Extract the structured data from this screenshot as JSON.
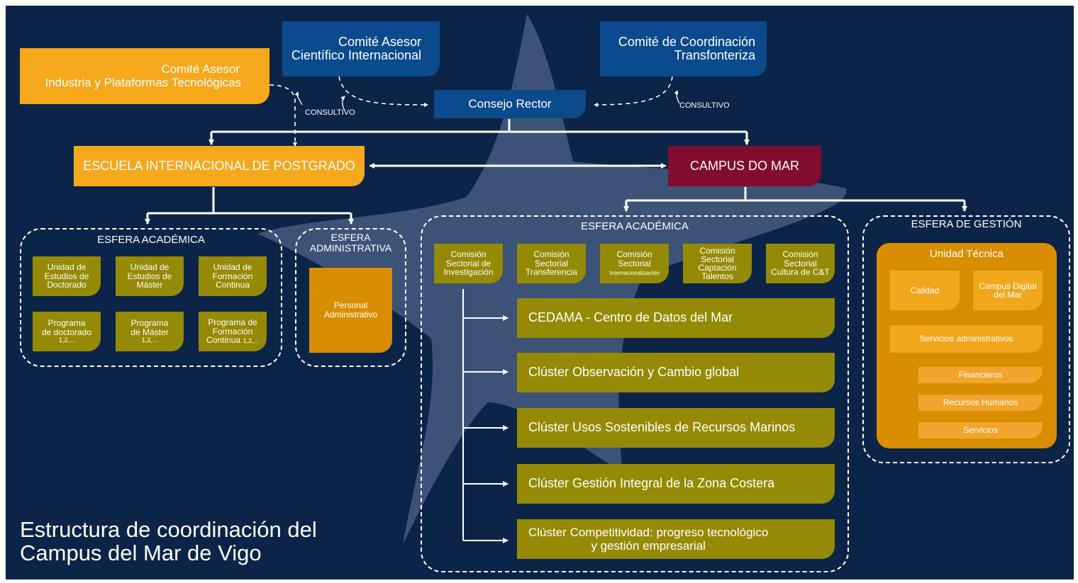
{
  "title_line1": "Estructura de coordinación del",
  "title_line2": "Campus del Mar de Vigo",
  "consultivo_left": "CONSULTIVO",
  "consultivo_right": "CONSULTIVO",
  "top": {
    "industria_l1": "Comité Asesor",
    "industria_l2": "Industria y Plataformas Tecnológicas",
    "cientifico_l1": "Comité Asesor",
    "cientifico_l2": "Científico Internacional",
    "consejo": "Consejo Rector",
    "transfront_l1": "Comité de Coordinación",
    "transfront_l2": "Transfonteriza"
  },
  "escuela": "ESCUELA INTERNACIONAL DE POSTGRADO",
  "campus": "CAMPUS DO MAR",
  "esfera_left": {
    "title": "ESFERA ACADÉMICA",
    "items": [
      {
        "l1": "Unidad de",
        "l2": "Estudios de",
        "l3": "Doctorado",
        "sub": ""
      },
      {
        "l1": "Unidad de",
        "l2": "Estudios de",
        "l3": "Máster",
        "sub": ""
      },
      {
        "l1": "Unidad de",
        "l2": "Formación",
        "l3": "Continua",
        "sub": ""
      },
      {
        "l1": "Programa",
        "l2": "de doctorado",
        "l3": "",
        "sub": "1,2,..."
      },
      {
        "l1": "Programa",
        "l2": "de Máster",
        "l3": "",
        "sub": "1,2,..."
      },
      {
        "l1": "Programa de",
        "l2": "Formación",
        "l3": "Continua",
        "sub": "1,2,..."
      }
    ]
  },
  "esfera_admin": {
    "title_l1": "ESFERA",
    "title_l2": "ADMINISTRATIVA",
    "box_l1": "Personal",
    "box_l2": "Administrativo"
  },
  "esfera_centro": {
    "title": "ESFERA ACADÉMICA",
    "comisiones": [
      {
        "l1": "Comisión",
        "l2": "Sectorial de",
        "l3": "Investigación"
      },
      {
        "l1": "Comisión",
        "l2": "Sectorial",
        "l3": "Transferencia"
      },
      {
        "l1": "Comisión",
        "l2": "Sectorial",
        "l3": "Internacionalización"
      },
      {
        "l1": "Comisión",
        "l2": "Sectorial",
        "l3": "Captación",
        "l4": "Talentos"
      },
      {
        "l1": "Comisión",
        "l2": "Sectorial",
        "l3": "Cultura de C&T"
      }
    ],
    "clusters": [
      {
        "l1": "CEDAMA - Centro de Datos del Mar",
        "l2": ""
      },
      {
        "l1": "Clúster Observación y Cambio global",
        "l2": ""
      },
      {
        "l1": "Clúster Usos Sostenibles de Recursos Marinos",
        "l2": ""
      },
      {
        "l1": "Clúster Gestión Integral de la Zona Costera",
        "l2": ""
      },
      {
        "l1": "Clúster Competitividad: progreso tecnológico",
        "l2": "y gestión empresarial"
      }
    ]
  },
  "esfera_gestion": {
    "title": "ESFERA DE GESTIÓN",
    "unidad": "Unidad Técnica",
    "calidad": "Calidad",
    "digital_l1": "Campus Digital",
    "digital_l2": "del Mar",
    "servicios_admin": "Servicios administrativos",
    "sub": [
      "Financieros",
      "Recursos Humanos",
      "Servicios"
    ]
  },
  "colors": {
    "background": "#0c2447",
    "orange": "#f5a81c",
    "blue": "#0b4a8c",
    "red": "#820c2e",
    "olive": "#958a06",
    "amber": "#d88e00"
  }
}
